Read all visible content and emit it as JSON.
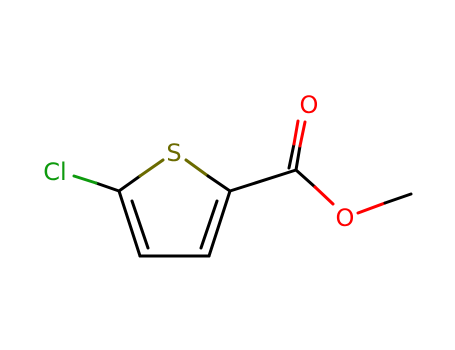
{
  "molecule": {
    "atoms": {
      "sulfur": {
        "label": "S",
        "color": "#6b6b00"
      },
      "chlorine": {
        "label": "Cl",
        "color": "#0e9a0e"
      },
      "carbonyl_oxygen": {
        "label": "O",
        "color": "#ff0000"
      },
      "ester_oxygen": {
        "label": "O",
        "color": "#ff0000"
      }
    },
    "colors": {
      "bond": "#000000"
    }
  }
}
